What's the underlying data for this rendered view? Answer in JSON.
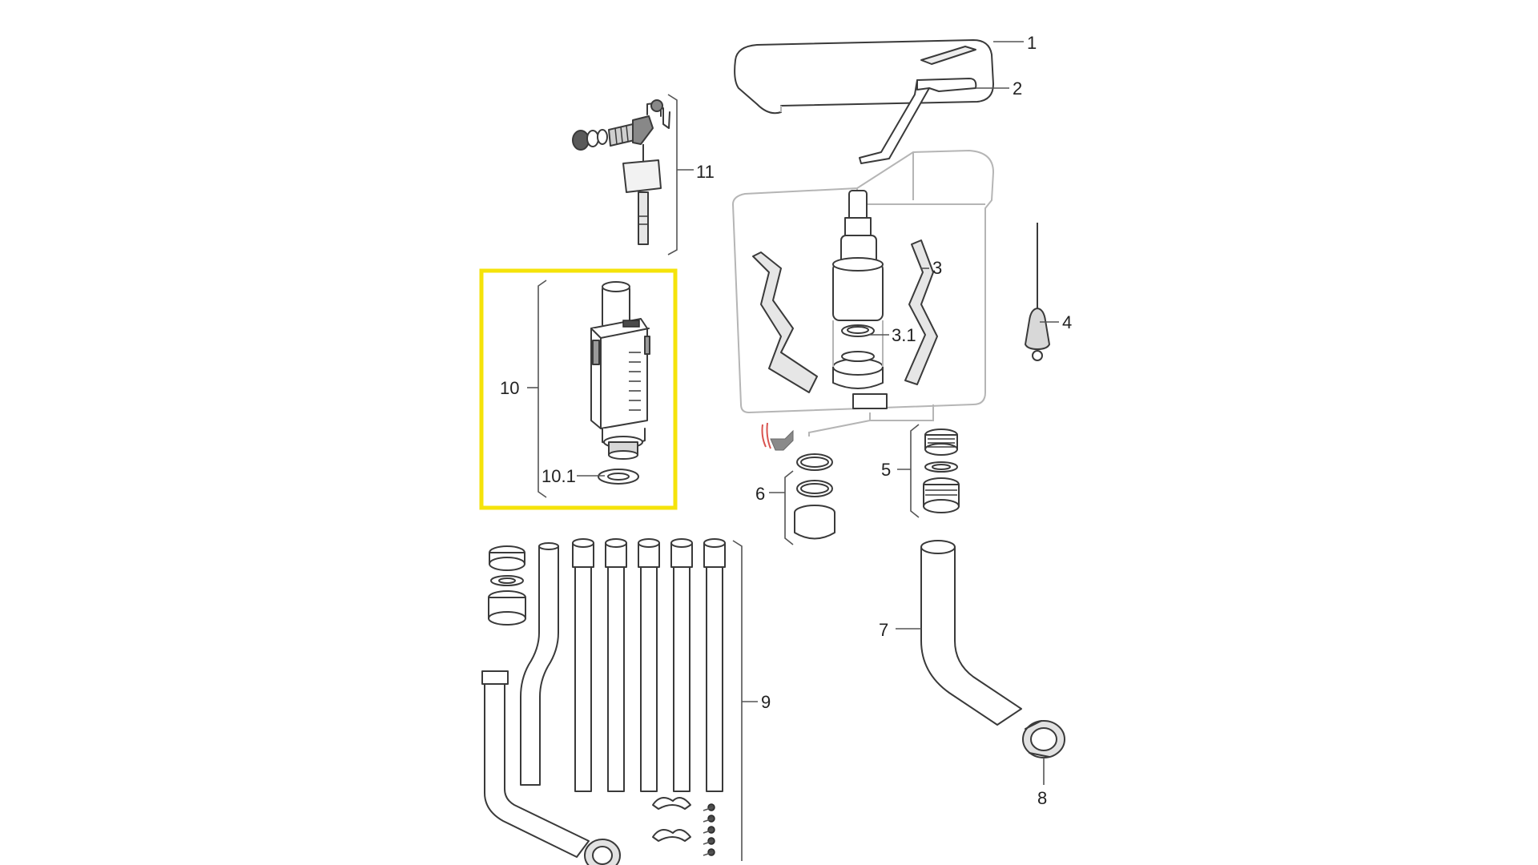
{
  "diagram": {
    "highlight_color": "#f5e30a",
    "callouts": {
      "c1": "1",
      "c2": "2",
      "c3": "3",
      "c3_1": "3.1",
      "c4": "4",
      "c5": "5",
      "c6": "6",
      "c7": "7",
      "c8": "8",
      "c9": "9",
      "c10": "10",
      "c10_1": "10.1",
      "c11": "11"
    }
  }
}
